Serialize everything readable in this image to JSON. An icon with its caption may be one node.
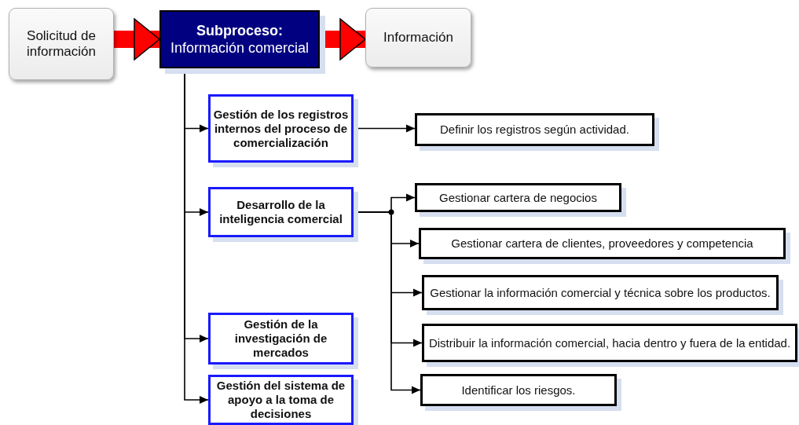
{
  "diagram": {
    "nodes": [
      {
        "text": [
          "Solicitud de información"
        ]
      },
      {
        "text": [
          "Subproceso:",
          "Información comercial"
        ]
      },
      {
        "text": [
          "Información"
        ]
      },
      {
        "text": [
          "Gestión de los registros internos del proceso de comercialización"
        ]
      },
      {
        "text": [
          "Desarrollo de la inteligencia comercial"
        ]
      },
      {
        "text": [
          "Gestión de la investigación de mercados"
        ]
      },
      {
        "text": [
          "Gestión del sistema de apoyo  a la toma de decisiones"
        ]
      },
      {
        "text": [
          "Definir los registros según actividad."
        ]
      },
      {
        "text": [
          "Gestionar cartera de negocios"
        ]
      },
      {
        "text": [
          "Gestionar cartera de clientes, proveedores y competencia"
        ]
      },
      {
        "text": [
          "Gestionar la  información comercial y técnica sobre los productos."
        ]
      },
      {
        "text": [
          "Distribuir la información comercial,  hacia  dentro y fuera de la entidad."
        ]
      },
      {
        "text": [
          "Identificar los riesgos."
        ]
      }
    ],
    "edges": [
      {
        "from": 0,
        "to": 1,
        "arrow": "to",
        "style": "thick",
        "color": "#ff0000"
      },
      {
        "from": 1,
        "to": 2,
        "arrow": "to",
        "style": "thick",
        "color": "#ff0000"
      },
      {
        "from": 1,
        "to": 3,
        "arrow": "to"
      },
      {
        "from": 1,
        "to": 4,
        "arrow": "to"
      },
      {
        "from": 1,
        "to": 5,
        "arrow": "to"
      },
      {
        "from": 1,
        "to": 6,
        "arrow": "to"
      },
      {
        "from": 3,
        "to": 7,
        "arrow": "to"
      },
      {
        "from": 4,
        "to": 8,
        "arrow": "to"
      },
      {
        "from": 4,
        "to": 9,
        "arrow": "to"
      },
      {
        "from": 4,
        "to": 10,
        "arrow": "to"
      },
      {
        "from": 4,
        "to": 11,
        "arrow": "to"
      },
      {
        "from": 4,
        "to": 12,
        "arrow": "to"
      }
    ]
  }
}
